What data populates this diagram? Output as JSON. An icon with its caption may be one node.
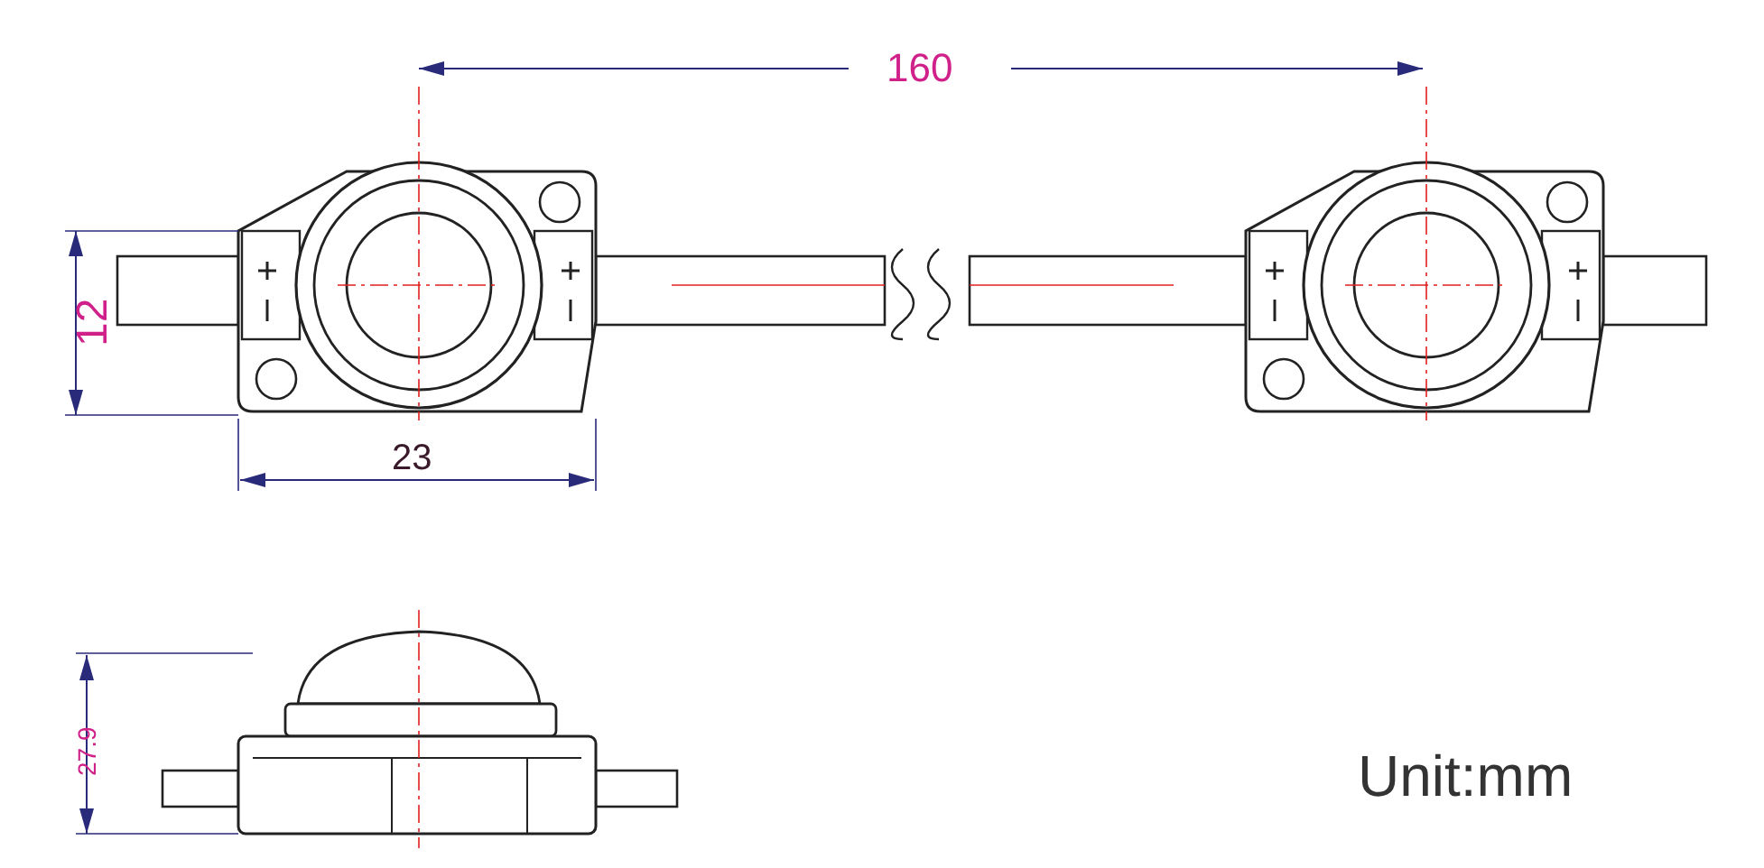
{
  "diagram": {
    "labels": [
      "160",
      "12",
      "23",
      "27.9",
      "Unit:mm"
    ]
  }
}
